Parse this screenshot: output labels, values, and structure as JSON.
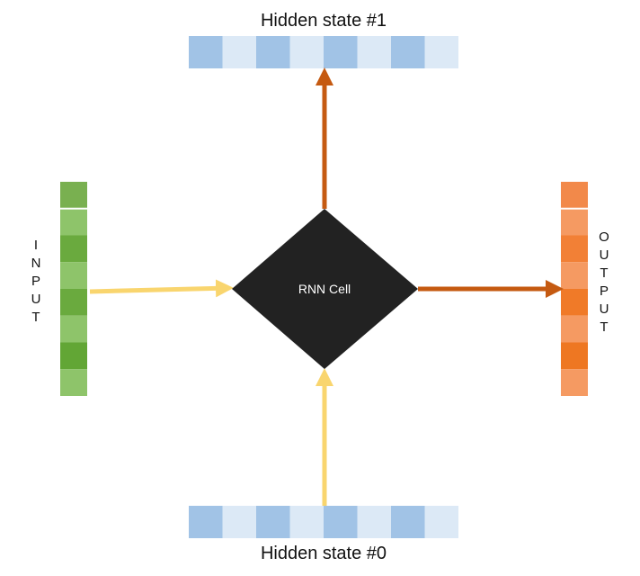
{
  "hidden_top": {
    "label": "Hidden state #1",
    "colors": [
      "#a1c3e6",
      "#dce9f6",
      "#a1c3e6",
      "#dce9f6",
      "#a1c3e6",
      "#dce9f6",
      "#a1c3e6",
      "#dce9f6"
    ]
  },
  "hidden_bottom": {
    "label": "Hidden state #0",
    "colors": [
      "#a1c3e6",
      "#dce9f6",
      "#a1c3e6",
      "#dce9f6",
      "#a1c3e6",
      "#dce9f6",
      "#a1c3e6",
      "#dce9f6"
    ]
  },
  "input": {
    "label": "INPUT",
    "colors": [
      "#79b050",
      "#8ec46a",
      "#6aaa3e",
      "#8ec46a",
      "#6aaa3e",
      "#8ec46a",
      "#62a635",
      "#8ec46a"
    ]
  },
  "output": {
    "label": "OUTPUT",
    "colors": [
      "#f2894a",
      "#f59a62",
      "#f28036",
      "#f59a62",
      "#f07a28",
      "#f59a62",
      "#ee7722",
      "#f59a62"
    ]
  },
  "cell": {
    "label": "RNN Cell",
    "fill": "#222222",
    "text_color": "#ffffff"
  },
  "arrow_colors": {
    "yellow": "#f9d56e",
    "brown": "#c55a11"
  }
}
